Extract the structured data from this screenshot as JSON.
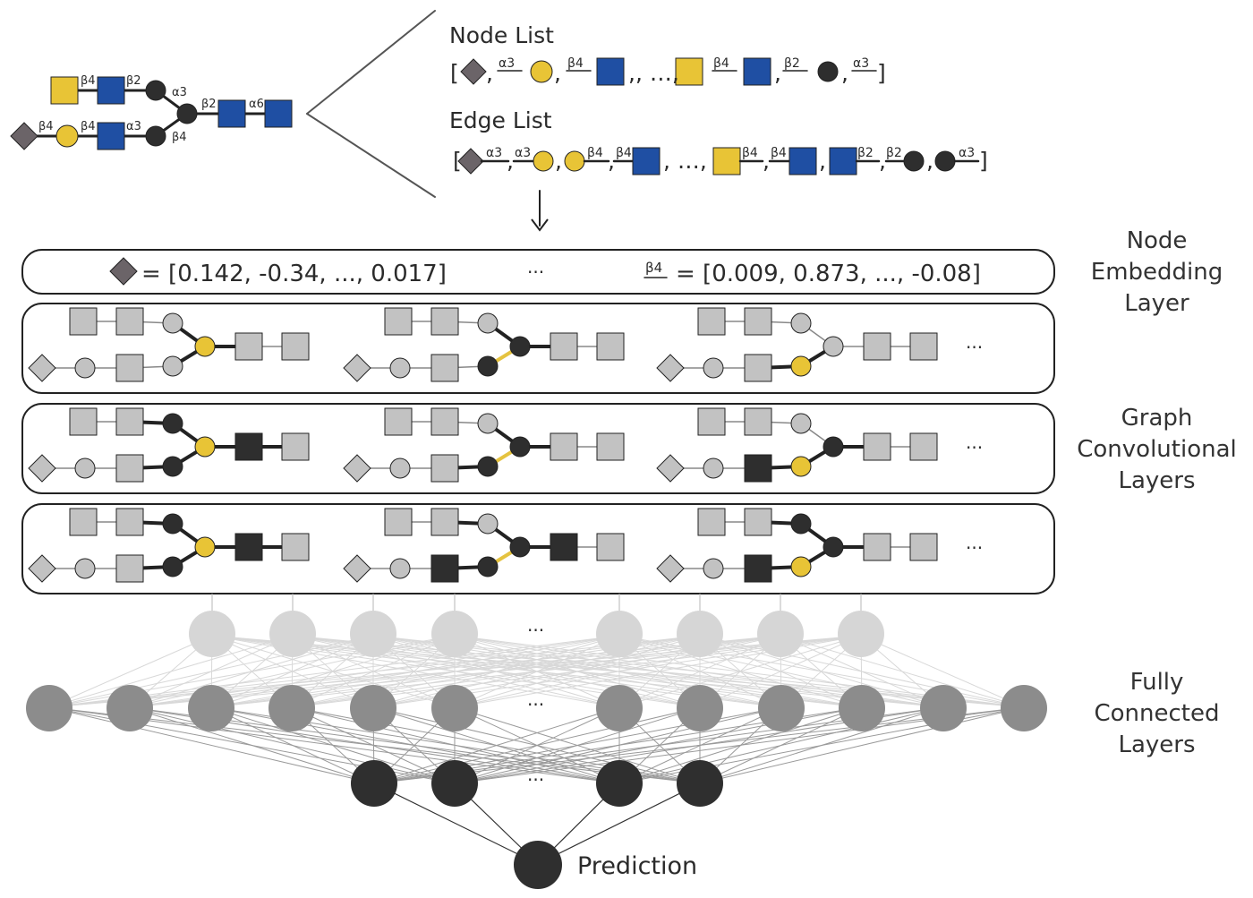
{
  "colors": {
    "yellow": "#e8c436",
    "blue": "#1f4fa3",
    "dark": "#2e2e2e",
    "light_gray": "#bdbdbd",
    "box_gray": "#c2c2c2",
    "sialic": "#6b6468",
    "highlight_edge": "#e5c340",
    "fc_top": "#d6d6d6",
    "fc_mid": "#8c8c8c",
    "fc_bottom": "#2f2f2f"
  },
  "glycan_linkages": [
    "β4",
    "β2",
    "α3",
    "β4",
    "β4",
    "α3",
    "β4",
    "β2",
    "α6"
  ],
  "node_list": {
    "title": "Node List",
    "tokens": [
      "[",
      ",",
      "α3",
      ",",
      "β4",
      ",",
      ", …,",
      "β4",
      ",",
      "β2",
      ",",
      "α3",
      "]"
    ]
  },
  "edge_list": {
    "title": "Edge List",
    "tokens": [
      "[",
      "α3",
      ",",
      "α3",
      ",",
      "β4",
      ",",
      "β4",
      ", …,",
      "β4",
      ",",
      "β4",
      ",",
      "β2",
      ",",
      "β2",
      ",",
      "α3",
      "]"
    ]
  },
  "embedding": {
    "left_value": "= [0.142, -0.34, ..., 0.017]",
    "ellipsis": "···",
    "right_token": "β4",
    "right_value": "= [0.009, 0.873, ..., -0.08]"
  },
  "ellipsis": "···",
  "fc_ellipsis": "···",
  "prediction_label": "Prediction",
  "side_labels": {
    "embedding": [
      "Node",
      "Embedding",
      "Layer"
    ],
    "gcn": [
      "Graph",
      "Convolutional",
      "Layers"
    ],
    "fc": [
      "Fully",
      "Connected",
      "Layers"
    ]
  }
}
